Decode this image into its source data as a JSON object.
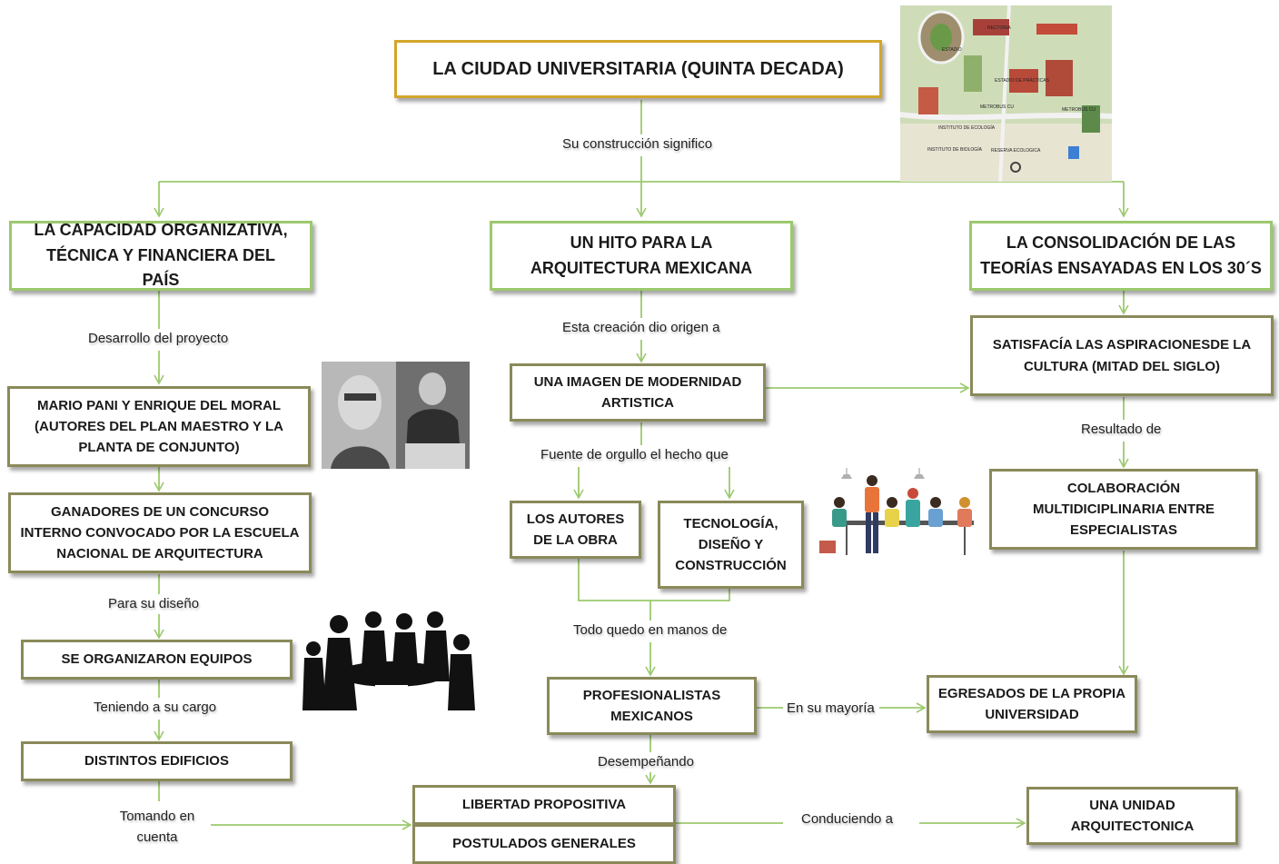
{
  "title": "LA CIUDAD UNIVERSITARIA (QUINTA DECADA)",
  "nodes": {
    "capacidad": "LA CAPACIDAD ORGANIZATIVA, TÉCNICA Y FINANCIERA DEL PAÍS",
    "hito": "UN HITO PARA LA ARQUITECTURA MEXICANA",
    "consolidacion": "LA CONSOLIDACIÓN DE LAS TEORÍAS ENSAYADAS EN LOS 30´S",
    "mario": "MARIO PANI Y ENRIQUE DEL MORAL (AUTORES DEL PLAN MAESTRO Y LA PLANTA DE CONJUNTO)",
    "ganadores": "GANADORES DE UN CONCURSO INTERNO CONVOCADO POR LA ESCUELA NACIONAL DE ARQUITECTURA",
    "equipos": "SE ORGANIZARON EQUIPOS",
    "edificios": "DISTINTOS EDIFICIOS",
    "imagen": "UNA IMAGEN DE MODERNIDAD ARTISTICA",
    "autores": "LOS AUTORES DE LA OBRA",
    "tecnologia": "TECNOLOGÍA, DISEÑO Y CONSTRUCCIÓN",
    "profesionalistas": "PROFESIONALISTAS MEXICANOS",
    "libertad": "LIBERTAD PROPOSITIVA",
    "postulados": "POSTULADOS GENERALES",
    "satisfacia": "SATISFACÍA LAS ASPIRACIONESDE LA CULTURA (MITAD DEL SIGLO)",
    "colaboracion": "COLABORACIÓN MULTIDICIPLINARIA ENTRE ESPECIALISTAS",
    "egresados": "EGRESADOS DE LA PROPIA UNIVERSIDAD",
    "unidad": "UNA UNIDAD ARQUITECTONICA"
  },
  "links": {
    "significo": "Su construcción significo",
    "desarrollo": "Desarrollo del proyecto",
    "diseno": "Para su diseño",
    "cargo": "Teniendo a su cargo",
    "tomando": "Tomando en cuenta",
    "creacion": "Esta creación dio origen a",
    "orgullo": "Fuente de orgullo el hecho que",
    "manos": "Todo quedo en manos de",
    "desempenando": "Desempeñando",
    "mayoria": "En su mayoría",
    "conduciendo": "Conduciendo a",
    "resultado": "Resultado de"
  },
  "map_labels": {
    "rectoria": "RECTORIA",
    "estadio": "ESTADIO",
    "campo": "ESTADIO DE PRÁCTICAS",
    "metrobus1": "METROBUS CU",
    "metrobus2": "METROBUS CU",
    "instituto": "INSTITUTO DE ECOLOGÍA",
    "biologia": "INSTITUTO DE BIOLOGÍA",
    "reserva": "RESERVA ECOLOGICA"
  },
  "colors": {
    "connector": "#9cc96e",
    "border": "#8a8a5a",
    "title_border": "#d4a52a"
  }
}
